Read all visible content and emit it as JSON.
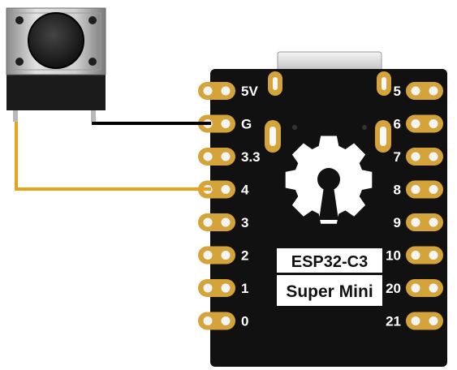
{
  "board": {
    "line1": "ESP32-C3",
    "line2": "Super Mini",
    "left_pins": [
      "5V",
      "G",
      "3.3",
      "4",
      "3",
      "2",
      "1",
      "0"
    ],
    "right_pins": [
      "5",
      "6",
      "7",
      "8",
      "9",
      "10",
      "20",
      "21"
    ],
    "board_color": "#111111",
    "pad_color": "#d4a43a",
    "logo": "open-hardware-gear-icon"
  },
  "button": {
    "icon": "tactile-push-button-icon"
  },
  "wires": [
    {
      "from": "button-right-leg",
      "to": "G",
      "color": "#000000"
    },
    {
      "from": "button-left-leg",
      "to": "4",
      "color": "#e9a21b"
    }
  ]
}
